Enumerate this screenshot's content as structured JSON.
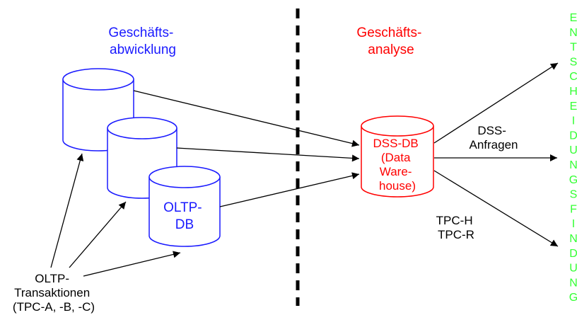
{
  "left_section": {
    "title_lines": [
      "Geschäfts-",
      "abwicklung"
    ],
    "color": "#1a1aff"
  },
  "right_section": {
    "title_lines": [
      "Geschäfts-",
      "analyse"
    ],
    "color": "#ff0000"
  },
  "oltp_db": {
    "label_lines": [
      "OLTP-",
      "DB"
    ],
    "color": "#1a1aff"
  },
  "dss_db": {
    "label_lines": [
      "DSS-DB",
      "(Data",
      "Ware-",
      "house)"
    ],
    "color": "#ff0000"
  },
  "dss_queries": {
    "label_lines": [
      "DSS-",
      "Anfragen"
    ]
  },
  "tpc_benchmarks": {
    "label_lines": [
      "TPC-H",
      "TPC-R"
    ]
  },
  "oltp_transactions": {
    "label_lines": [
      "OLTP-",
      "Transaktionen",
      "(TPC-A, -B, -C)"
    ]
  },
  "decision_word": {
    "letters": [
      "E",
      "N",
      "T",
      "S",
      "C",
      "H",
      "E",
      "I",
      "D",
      "U",
      "N",
      "G",
      "S",
      "F",
      "I",
      "N",
      "D",
      "U",
      "N",
      "G"
    ],
    "color": "#33ff33"
  },
  "line_color": "#000000"
}
